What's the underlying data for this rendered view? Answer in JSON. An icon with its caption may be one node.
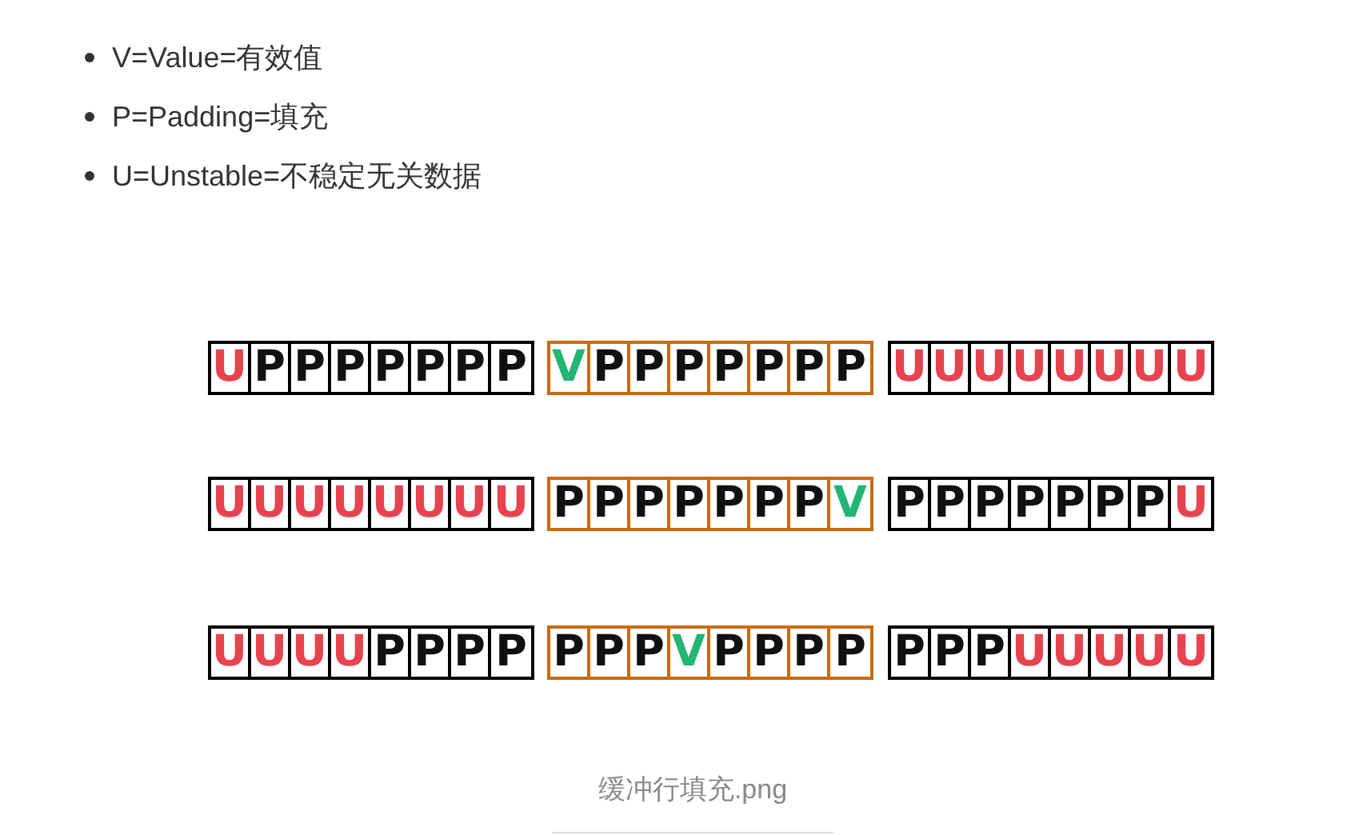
{
  "diagram": {
    "caption": "缓冲行填充.png",
    "nodes": [
      {
        "text": [
          "U",
          "P",
          "P",
          "P",
          "P",
          "P",
          "P",
          "P"
        ]
      },
      {
        "text": [
          "V",
          "P",
          "P",
          "P",
          "P",
          "P",
          "P",
          "P"
        ]
      },
      {
        "text": [
          "U",
          "U",
          "U",
          "U",
          "U",
          "U",
          "U",
          "U"
        ]
      },
      {
        "text": [
          "U",
          "U",
          "U",
          "U",
          "U",
          "U",
          "U",
          "U"
        ]
      },
      {
        "text": [
          "P",
          "P",
          "P",
          "P",
          "P",
          "P",
          "P",
          "V"
        ]
      },
      {
        "text": [
          "P",
          "P",
          "P",
          "P",
          "P",
          "P",
          "P",
          "U"
        ]
      },
      {
        "text": [
          "U",
          "U",
          "U",
          "U",
          "P",
          "P",
          "P",
          "P"
        ]
      },
      {
        "text": [
          "P",
          "P",
          "P",
          "V",
          "P",
          "P",
          "P",
          "P"
        ]
      },
      {
        "text": [
          "P",
          "P",
          "P",
          "U",
          "U",
          "U",
          "U",
          "U"
        ]
      }
    ],
    "labels": [
      "V=Value=有效值",
      "P=Padding=填充",
      "U=Unstable=不稳定无关数据"
    ]
  }
}
